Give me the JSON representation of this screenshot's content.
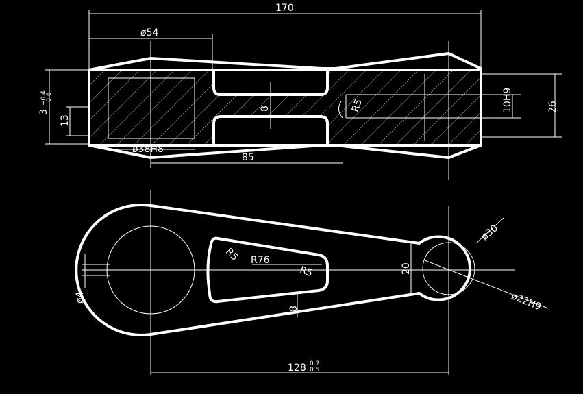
{
  "drawing": {
    "background": "#000000",
    "line_color": "#ffffff"
  },
  "front_view": {
    "dim_overall_length": "170",
    "dim_boss_diameter": "ø54",
    "dim_bore": "ø38H8",
    "dim_center_distance": "85",
    "dim_web_thickness": "8",
    "dim_rib_radius": "R5",
    "dim_left_height_main": "3",
    "dim_left_height_tol_upper": "+0.4",
    "dim_left_height_tol_lower": "-0.6",
    "dim_left_13": "13",
    "dim_right_hole": "10H9",
    "dim_right_26": "26"
  },
  "top_view": {
    "dim_small_boss": "ø30",
    "dim_small_bore": "ø22H9",
    "dim_slot_r5_top": "R5",
    "dim_slot_r5_right": "R5",
    "dim_arc_r76": "R76",
    "dim_width_20": "20",
    "dim_small_hole": "ø4",
    "dim_slot_8": "8",
    "dim_center_main": "128",
    "dim_center_tol_upper": "0.2",
    "dim_center_tol_lower": "0.5"
  }
}
